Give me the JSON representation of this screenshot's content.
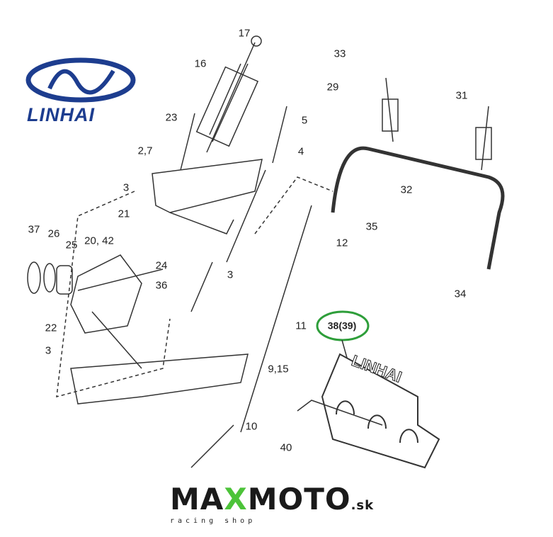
{
  "logo": {
    "brand": "LINHAI",
    "brand_color": "#1d3d8f"
  },
  "footer": {
    "name_part1": "MA",
    "name_x": "X",
    "name_part2": "MOTO",
    "domain": ".sk",
    "tagline": "racing shop",
    "accent_color": "#4cc339"
  },
  "highlight": {
    "label": "38(39)",
    "color": "#2e9e3a"
  },
  "callouts": [
    "17",
    "16",
    "23",
    "5",
    "2,7",
    "4",
    "3",
    "21",
    "37",
    "26",
    "25",
    "20, 42",
    "24",
    "36",
    "3",
    "12",
    "11",
    "22",
    "3",
    "9,15",
    "10",
    "40",
    "33",
    "29",
    "31",
    "32",
    "35",
    "34"
  ],
  "cover_text": "LINHAI"
}
